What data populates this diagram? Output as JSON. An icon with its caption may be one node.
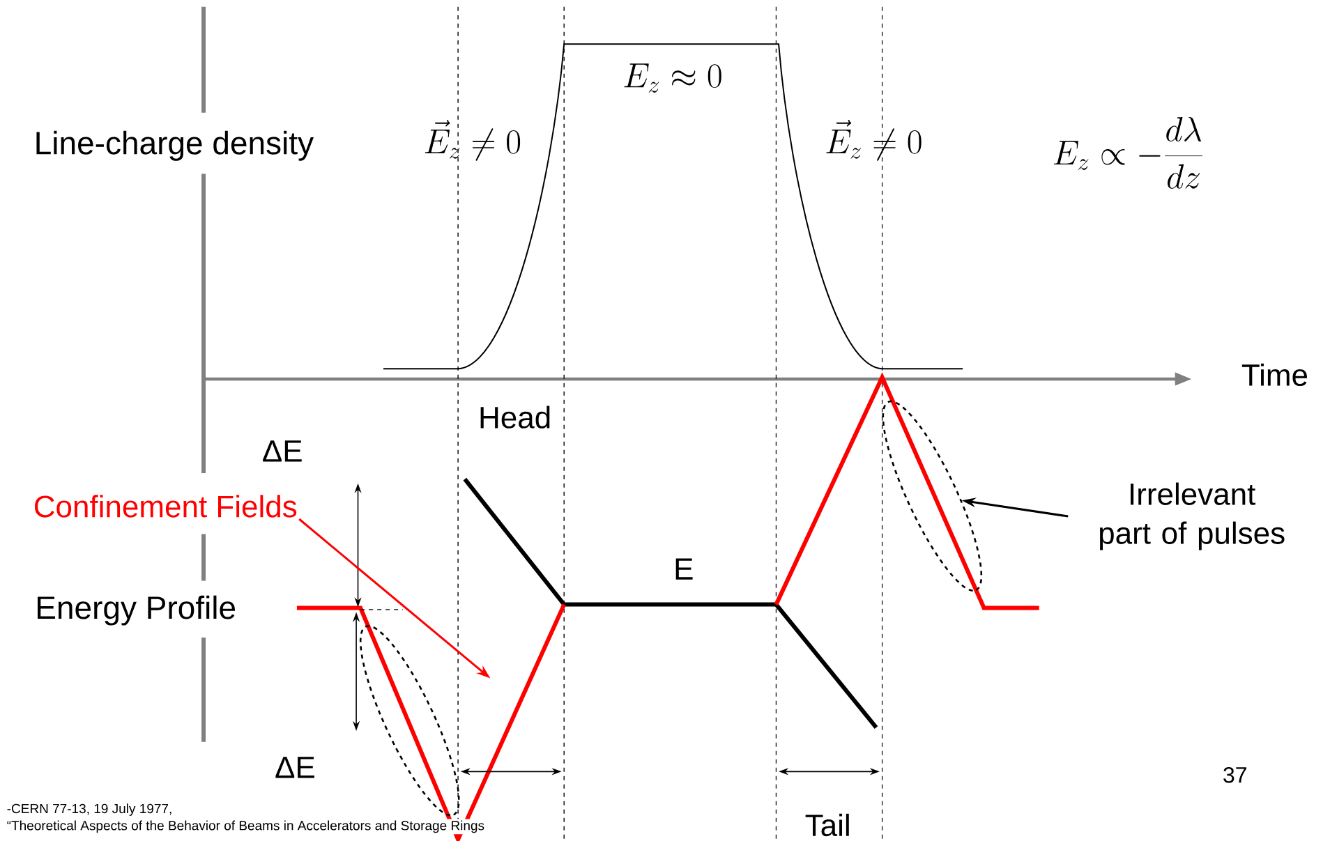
{
  "diagram": {
    "nodes": [
      {
        "text": [],
        "shape": "ellipse"
      },
      {
        "text": [
          "Irrelevant part of pulses"
        ]
      },
      {
        "text": [
          "Confinement Fields"
        ]
      },
      {
        "text": [],
        "shape": "ellipse"
      }
    ],
    "edges": [
      {
        "from": 1,
        "to": 0,
        "arrow": "to",
        "color": "#000000"
      },
      {
        "from": 2,
        "to": null,
        "arrow": "to",
        "color": "#ff0000"
      }
    ],
    "labels": [
      "Line-charge density",
      "E_z \\approx 0",
      "\\vec{E}_z \\neq 0",
      "\\vec{E}_z \\neq 0",
      "E_z \\propto -\\frac{d\\lambda}{dz}",
      "Time",
      "Head",
      "ΔE",
      "E",
      "Energy Profile",
      "ΔE",
      "37",
      "-CERN 77-13, 19 July 1977,",
      "“Theoretical Aspects of the Behavior of Beams in Accelerators and Storage Rings",
      "Tail"
    ]
  }
}
